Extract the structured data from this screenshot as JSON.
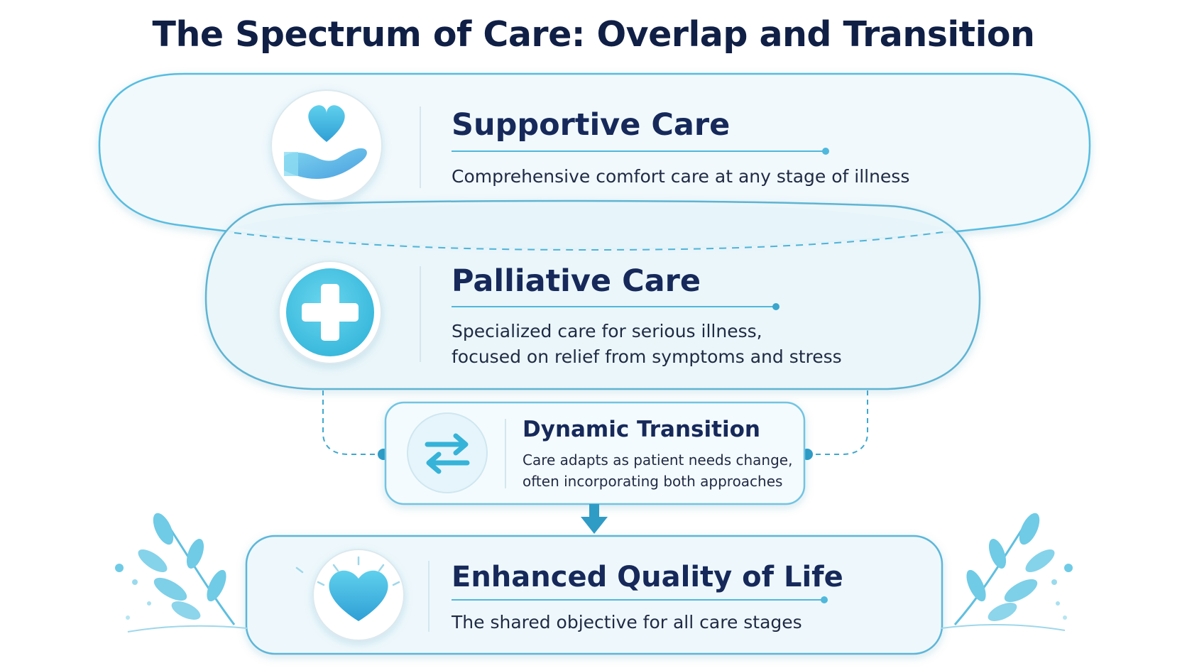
{
  "title": "The Spectrum of Care: Overlap and Transition",
  "colors": {
    "accent": "#3fb9d8",
    "accent_dark": "#2a8fb8",
    "band_fill": "#eef8fc",
    "band_stroke": "#4fb8dc",
    "text_dark": "#16295a",
    "leaf": "#6fcbe6"
  },
  "supportive": {
    "heading": "Supportive Care",
    "description": "Comprehensive comfort care at any stage of illness",
    "icon": "heart-in-hand-icon"
  },
  "palliative": {
    "heading": "Palliative Care",
    "description_line1": "Specialized care for serious illness,",
    "description_line2": "focused on relief from symptoms and stress",
    "icon": "medical-cross-icon"
  },
  "transition": {
    "heading": "Dynamic Transition",
    "description_line1": "Care adapts as patient needs change,",
    "description_line2": "often incorporating both approaches",
    "icon": "swap-arrows-icon"
  },
  "quality": {
    "heading": "Enhanced Quality of Life",
    "description": "The shared objective for all care stages",
    "icon": "glowing-heart-icon"
  }
}
